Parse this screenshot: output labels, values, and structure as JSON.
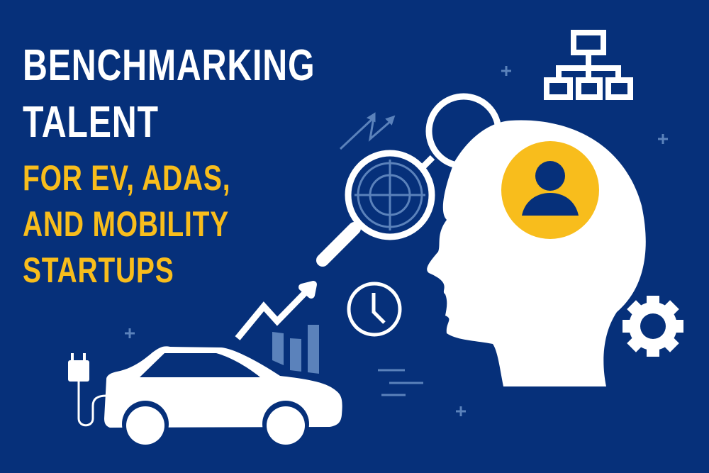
{
  "headline": {
    "line1": "BENCHMARKING",
    "line2": "TALENT",
    "line3": "FOR EV, ADAS,",
    "line4": "AND MOBILITY",
    "line5": "STARTUPS"
  },
  "colors": {
    "background": "#06307a",
    "primary_text": "#ffffff",
    "accent": "#f8bd1c",
    "muted_accent": "#5b82bb"
  },
  "icons": [
    "human-head-icon",
    "person-icon",
    "magnifying-glass-target-icon",
    "magnifying-glass-icon",
    "org-chart-icon",
    "gear-icon",
    "clock-icon",
    "growth-arrow-icon",
    "bar-chart-icon",
    "electric-car-icon",
    "plug-icon",
    "speed-lines-icon",
    "zigzag-arrow-icon",
    "plus-sparkle-icon"
  ]
}
